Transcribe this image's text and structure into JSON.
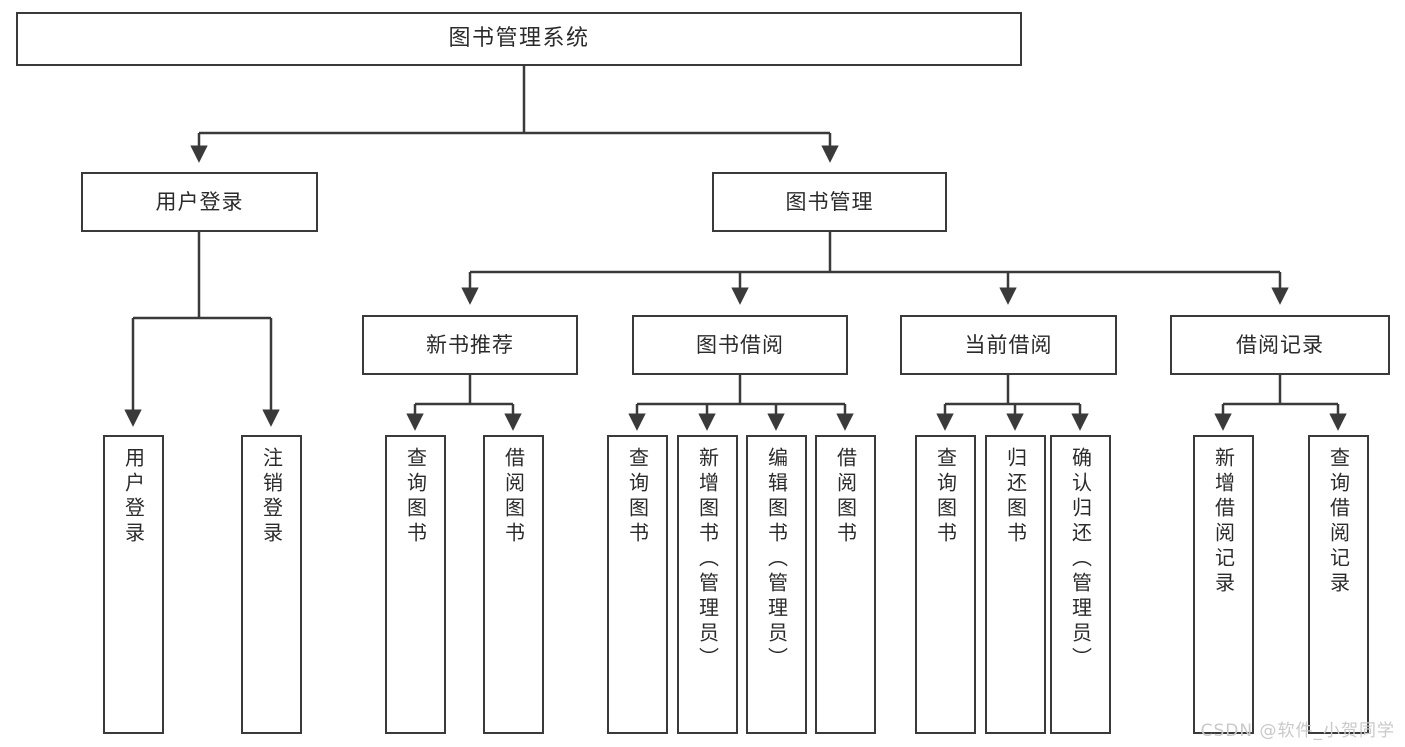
{
  "diagram": {
    "title": "图书管理系统",
    "root": {
      "label": "图书管理系统"
    },
    "level2": [
      {
        "label": "用户登录"
      },
      {
        "label": "图书管理"
      }
    ],
    "level3": [
      {
        "label": "新书推荐"
      },
      {
        "label": "图书借阅"
      },
      {
        "label": "当前借阅"
      },
      {
        "label": "借阅记录"
      }
    ],
    "leaves": {
      "user_login": [
        {
          "label": "用户登录"
        },
        {
          "label": "注销登录"
        }
      ],
      "new_book_recommend": [
        {
          "label": "查询图书"
        },
        {
          "label": "借阅图书"
        }
      ],
      "book_borrow": [
        {
          "label": "查询图书"
        },
        {
          "label": "新增图书（管理员）"
        },
        {
          "label": "编辑图书（管理员）"
        },
        {
          "label": "借阅图书"
        }
      ],
      "current_borrow": [
        {
          "label": "查询图书"
        },
        {
          "label": "归还图书"
        },
        {
          "label": "确认归还（管理员）"
        }
      ],
      "borrow_record": [
        {
          "label": "新增借阅记录"
        },
        {
          "label": "查询借阅记录"
        }
      ]
    }
  },
  "watermark": {
    "text": "CSDN @软件_小贺同学"
  },
  "colors": {
    "background": "#ffffff",
    "box_border": "#3a3a3a",
    "line": "#3a3a3a",
    "text": "#2b2b2b",
    "watermark": "#c9c9c9"
  }
}
